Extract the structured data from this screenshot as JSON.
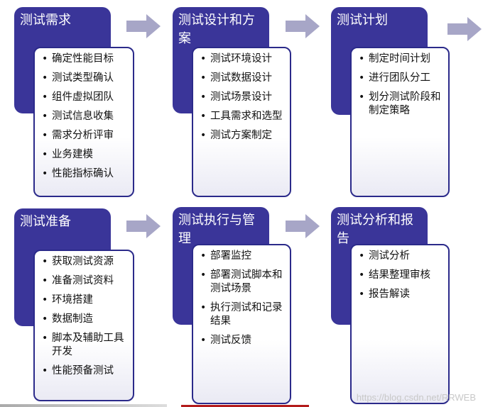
{
  "stages": [
    {
      "title": "测试需求",
      "items": [
        "确定性能目标",
        "测试类型确认",
        "组件虚拟团队",
        "测试信息收集",
        "需求分析评审",
        "业务建模",
        "性能指标确认"
      ]
    },
    {
      "title": "测试设计和方案",
      "items": [
        "测试环境设计",
        "测试数据设计",
        "测试场景设计",
        "工具需求和选型",
        "测试方案制定"
      ]
    },
    {
      "title": "测试计划",
      "items": [
        "制定时间计划",
        "进行团队分工",
        "划分测试阶段和制定策略"
      ]
    },
    {
      "title": "测试准备",
      "items": [
        "获取测试资源",
        "准备测试资料",
        "环境搭建",
        "数据制造",
        "脚本及辅助工具开发",
        "性能预备测试"
      ]
    },
    {
      "title": "测试执行与管理",
      "items": [
        "部署监控",
        "部署测试脚本和测试场景",
        "执行测试和记录结果",
        "测试反馈"
      ]
    },
    {
      "title": "测试分析和报告",
      "items": [
        "测试分析",
        "结果整理审核",
        "报告解读"
      ]
    }
  ],
  "watermark": "https://blog.csdn.net/RRWEB",
  "colors": {
    "stage_fill": "#3a3599",
    "detail_border": "#2b2a8a",
    "arrow_fill": "#a7a6c7"
  }
}
